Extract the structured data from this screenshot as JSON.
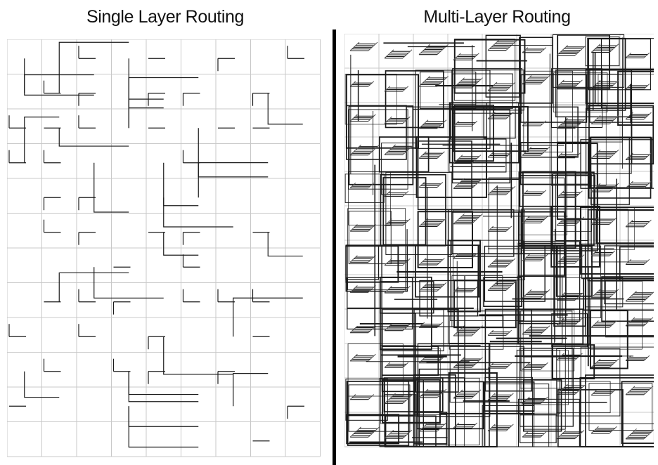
{
  "panels": [
    {
      "id": "single",
      "title": "Single Layer Routing"
    },
    {
      "id": "multi",
      "title": "Multi-Layer Routing"
    }
  ],
  "colors": {
    "grid": "#c8c8c8",
    "wire": "#1a1a1a",
    "divider": "#000000",
    "via": "#555555"
  }
}
